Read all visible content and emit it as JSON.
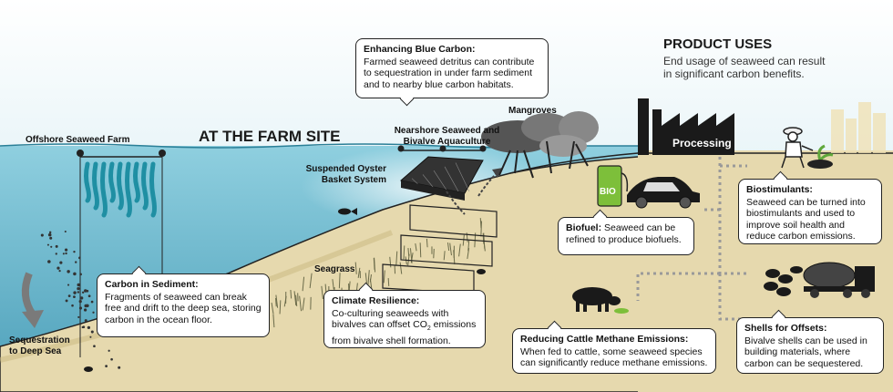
{
  "labels": {
    "offshore_farm": "Offshore Seaweed Farm",
    "at_farm_site": "AT THE FARM SITE",
    "nearshore": "Nearshore Seaweed and Bivalve Aquaculture",
    "mangroves": "Mangroves",
    "suspended_oyster": "Suspended Oyster Basket System",
    "seagrass": "Seagrass",
    "sequestration": "Sequestration to Deep Sea",
    "processing": "Processing",
    "bio": "BIO"
  },
  "product_uses": {
    "title": "PRODUCT USES",
    "subtitle": "End usage of seaweed can result in significant carbon benefits."
  },
  "callouts": {
    "enhancing": {
      "title": "Enhancing Blue Carbon:",
      "text": "Farmed seaweed detritus can contribute to sequestration in under farm sediment and to nearby blue carbon habitats."
    },
    "carbon_sediment": {
      "title": "Carbon in Sediment:",
      "text": "Fragments of seaweed can break free and drift to the deep sea, storing carbon in the ocean floor."
    },
    "climate_resilience": {
      "title": "Climate Resilience:",
      "text_before": "Co-culturing seaweeds with bivalves can offset CO",
      "subscript": "2",
      "text_after": " emissions from bivalve shell formation."
    },
    "biofuel": {
      "title": "Biofuel:",
      "text": " Seaweed can be refined to produce biofuels."
    },
    "biostimulants": {
      "title": "Biostimulants:",
      "text": "Seaweed can be turned into biostimulants and used to improve soil health and reduce carbon emissions."
    },
    "cattle": {
      "title": "Reducing Cattle Methane Emissions:",
      "text": "When fed to cattle, some seaweed species can significantly reduce methane emissions."
    },
    "shells": {
      "title": "Shells for Offsets:",
      "text": "Bivalve shells can be used in building materials, where carbon can be sequestered."
    }
  },
  "colors": {
    "sky_top": "#b8dde8",
    "water": "#7ec3d6",
    "water_deep": "#5aa9c2",
    "sand": "#e6d9ae",
    "sand_dark": "#d4c592",
    "seaweed": "#1f8fa3",
    "green": "#7dbf3a",
    "dark": "#1a1a1a"
  }
}
